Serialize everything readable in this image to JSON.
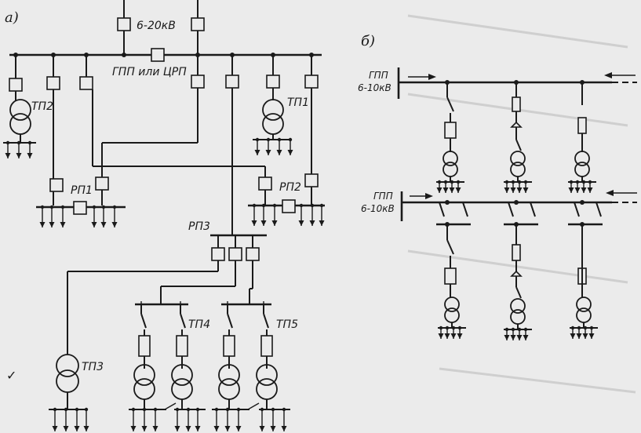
{
  "panel_a": {
    "label": "а)",
    "supply_label": "6-20кВ",
    "main_label": "ГПП или ЦРП",
    "tp_left": "ТП2",
    "tp_right": "ТП1",
    "rp1": "РП1",
    "rp2": "РП2",
    "rp3": "РП3",
    "tp3": "ТП3",
    "tp4": "ТП4",
    "tp5": "ТП5"
  },
  "panel_b": {
    "label": "б)",
    "gpp_top_1": "ГПП",
    "gpp_top_2": "6-10кВ",
    "gpp_bottom_1": "ГПП",
    "gpp_bottom_2": "6-10кВ"
  },
  "margin_mark": "✓"
}
